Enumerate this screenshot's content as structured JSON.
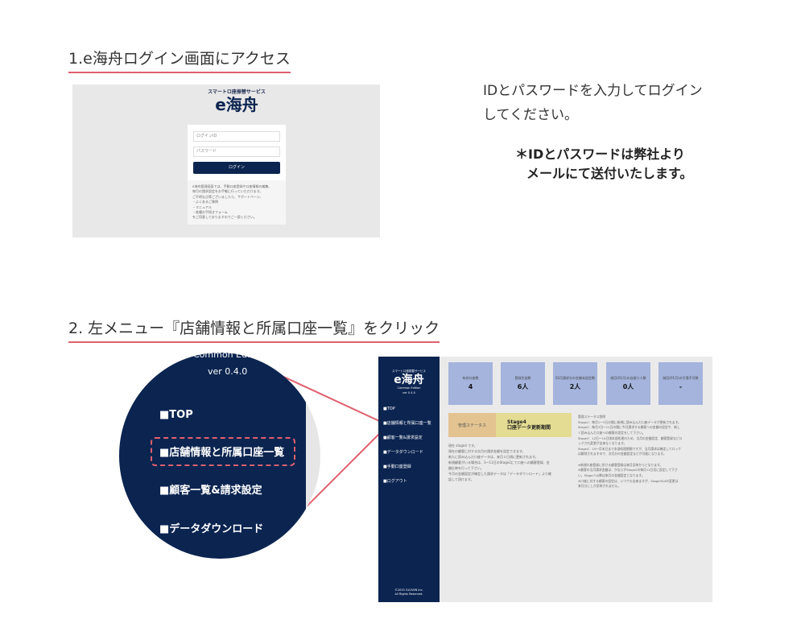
{
  "step1": {
    "title": "1.e海舟ログイン画面にアクセス"
  },
  "login_screen": {
    "service": "スマートロ座振替サービス",
    "logo": "e海舟",
    "id_placeholder": "ログインID",
    "password_placeholder": "パスワード",
    "login_button": "ログイン",
    "notes": [
      "e海舟管理画面では、手動口座登録や口座情報の編集、",
      "毎月の請求設定をお手軽に行っていただけます。",
      "ご不明な点等ございましたら、サポートページ、",
      "・よくあるご質問",
      "・マニュアル",
      "・各種お手続きフォーム",
      "をご用意しておりますのでご一読ください。"
    ]
  },
  "instruction": {
    "line1": "IDとパスワードを入力してログイン",
    "line2": "してください。"
  },
  "warning": {
    "line1": "＊IDとパスワードは弊社より",
    "line2": "メールにて送付いたします。"
  },
  "step2": {
    "title": "2. 左メニュー『店舗情報と所属口座一覧』をクリック"
  },
  "zoom_circle": {
    "edition": "Common Edi...",
    "version": "ver 0.4.0",
    "items": [
      "■TOP",
      "■店舗情報と所属口座一覧",
      "■顧客一覧&請求設定",
      "■データダウンロード"
    ]
  },
  "app": {
    "sidebar": {
      "service": "スマートロ座振替サービス",
      "logo": "e海舟",
      "edition": "Common Edition",
      "version": "ver 0.4.0",
      "items": [
        "■TOP",
        "■店舗情報と所属口座一覧",
        "■顧客一覧&請求設定",
        "■データダウンロード",
        "■手動口座登録",
        "■ログアウト"
      ],
      "copyright1": "©2015 GLOVIIN Inc.",
      "copyright2": "All Rights Reserved."
    },
    "cards": [
      {
        "label": "有効口座数",
        "value": "4"
      },
      {
        "label": "登録生徒数",
        "value": "6人"
      },
      {
        "label": "02月請求分の金額未設定数",
        "value": "2人"
      },
      {
        "label": "前回(01月)の自振り人数",
        "value": "0人"
      },
      {
        "label": "前回(01月)の引落不可数",
        "value": "-"
      }
    ],
    "status_label": "管理ステータス",
    "status_stage": "Stage4",
    "status_desc": "口座データ更新期間",
    "left_text": [
      "現在 stage4 です。",
      "現在の顧客に対する次月の請求金額を設定できます。",
      "新たに読み込んだ口座データは、来月３日頃に更新されます。",
      "新規顧客がいる場合は、3～11日のStage2にて口座への顧客登録、金",
      "額反映を行って下さい。",
      "今月の金額設定が確定した請求データは「データダウンロード」より確",
      "認して頂けます。"
    ],
    "right_title": "管理ステータス説明",
    "right_text": [
      "Stage1：毎月1～3日の間に新規に読み込んだ口座データが更新されます。",
      "Stage2：毎月3日～11日の間に今月請求する顧客への金額の設定や、新し",
      "く読み込んだ口座への顧客の設定をして下さい。",
      "Stage3：12日～14日頃本部処理のため、当月の金額設定、顧客登録などロ",
      "ックされ変更が出来なくなります。",
      "Stage4：15～月末日まで本部処理期間ですが、当月請求は確定してロッケ",
      "は解除されますので、次月分の金額設定などが可能になります。",
      "",
      "※新規口座登録に於ける顧客登録は来月反映からとなります。",
      "※顧客の当月請求金額は、かならずStage2の毎月11日迄に設定して下さ",
      "い。Stage３以降は来月の金額設定となります。",
      "※口座に対する顧客の設定は、いつでも出来ますが、Stage3&4の変更は",
      "来月分にしか反映されません。"
    ]
  },
  "colors": {
    "accent": "#e0606e",
    "navy": "#0b2450",
    "card": "#a4b4dc"
  }
}
